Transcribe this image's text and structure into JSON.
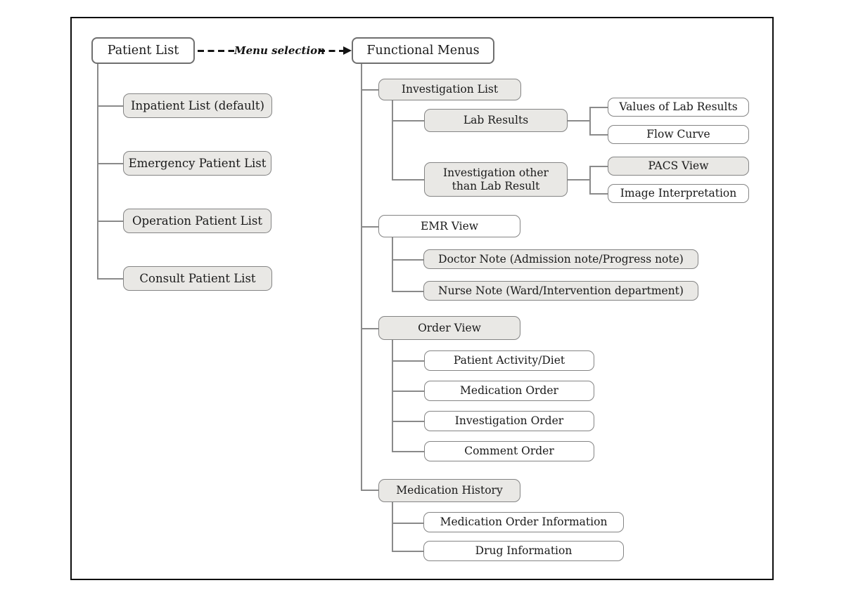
{
  "colors": {
    "fill_gray": "#e9e8e5",
    "fill_white": "#ffffff",
    "box_border": "#848484",
    "title_border": "#6f6f6f",
    "line_color": "#8a8a8a",
    "text_color": "#1a1a1a",
    "arrow_color": "#141414"
  },
  "arrow": {
    "label": "Menu selection"
  },
  "nodes": {
    "patient_list": {
      "label": "Patient List"
    },
    "functional_menus": {
      "label": "Functional Menus"
    },
    "inpatient_list": {
      "label": "Inpatient List (default)"
    },
    "emergency_patient_list": {
      "label": "Emergency Patient List"
    },
    "operation_patient_list": {
      "label": "Operation Patient List"
    },
    "consult_patient_list": {
      "label": "Consult Patient List"
    },
    "investigation_list": {
      "label": "Investigation List"
    },
    "lab_results": {
      "label": "Lab Results"
    },
    "investigation_other": {
      "label": "Investigation other than Lab Result"
    },
    "values_of_lab_results": {
      "label": "Values of Lab Results"
    },
    "flow_curve": {
      "label": "Flow Curve"
    },
    "pacs_view": {
      "label": "PACS View"
    },
    "image_interpretation": {
      "label": "Image Interpretation"
    },
    "emr_view": {
      "label": "EMR View"
    },
    "doctor_note": {
      "label": "Doctor Note (Admission note/Progress note)"
    },
    "nurse_note": {
      "label": "Nurse Note (Ward/Intervention department)"
    },
    "order_view": {
      "label": "Order View"
    },
    "patient_activity_diet": {
      "label": "Patient Activity/Diet"
    },
    "medication_order": {
      "label": "Medication Order"
    },
    "investigation_order": {
      "label": "Investigation Order"
    },
    "comment_order": {
      "label": "Comment Order"
    },
    "medication_history": {
      "label": "Medication History"
    },
    "medication_order_information": {
      "label": "Medication Order Information"
    },
    "drug_information": {
      "label": "Drug Information"
    }
  }
}
